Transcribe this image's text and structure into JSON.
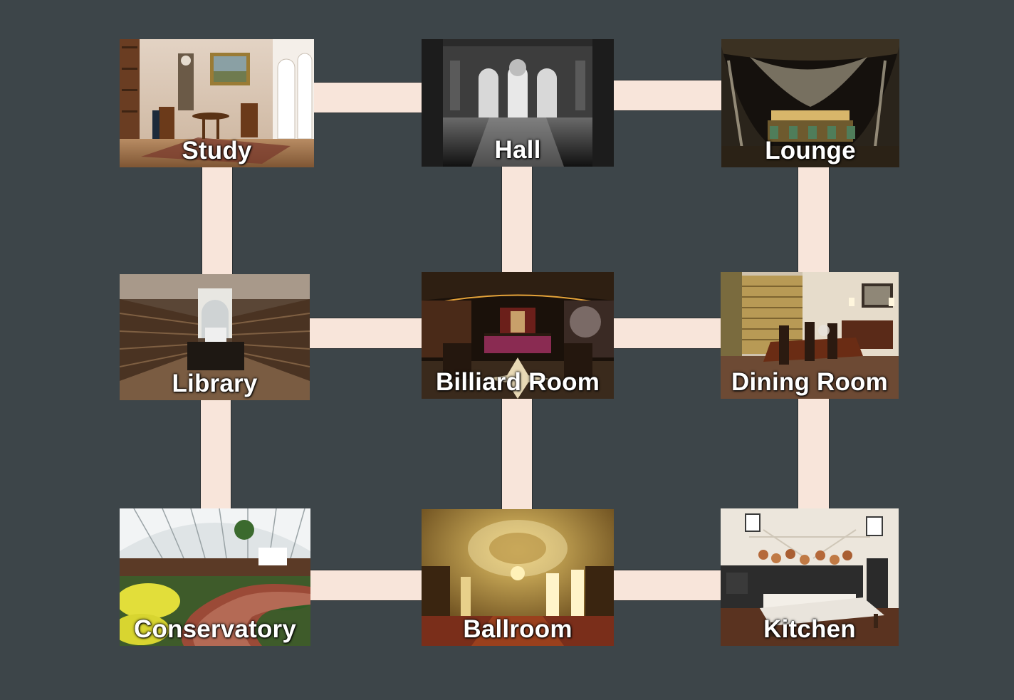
{
  "board": {
    "background": "#3d4549",
    "corridor_color": "#f8e5da"
  },
  "rooms": {
    "study": {
      "label": "Study"
    },
    "hall": {
      "label": "Hall"
    },
    "lounge": {
      "label": "Lounge"
    },
    "library": {
      "label": "Library"
    },
    "billiard_room": {
      "label": "Billiard Room"
    },
    "dining_room": {
      "label": "Dining Room"
    },
    "conservatory": {
      "label": "Conservatory"
    },
    "ballroom": {
      "label": "Ballroom"
    },
    "kitchen": {
      "label": "Kitchen"
    }
  },
  "connections": [
    [
      "study",
      "hall"
    ],
    [
      "hall",
      "lounge"
    ],
    [
      "library",
      "billiard_room"
    ],
    [
      "billiard_room",
      "dining_room"
    ],
    [
      "conservatory",
      "ballroom"
    ],
    [
      "ballroom",
      "kitchen"
    ],
    [
      "study",
      "library"
    ],
    [
      "library",
      "conservatory"
    ],
    [
      "hall",
      "billiard_room"
    ],
    [
      "billiard_room",
      "ballroom"
    ],
    [
      "lounge",
      "dining_room"
    ],
    [
      "dining_room",
      "kitchen"
    ]
  ]
}
